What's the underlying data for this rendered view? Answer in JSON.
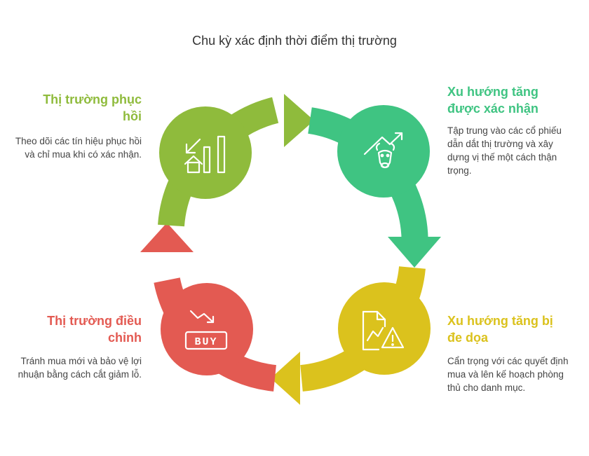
{
  "title": "Chu kỳ xác định thời điểm thị trường",
  "stages": {
    "recovery": {
      "heading": "Thị trường phục hồi",
      "description": "Theo dõi các tín hiệu phục hồi và chỉ mua khi có xác nhận.",
      "color": "#8fbb3c",
      "icon": "recovery-chart-house-icon"
    },
    "uptrend_confirmed": {
      "heading": "Xu hướng tăng được xác nhận",
      "description": "Tập trung vào các cổ phiếu dẫn dắt thị trường và xây dựng vị thế một cách thận trọng.",
      "color": "#3fc482",
      "icon": "bull-rising-icon"
    },
    "uptrend_threatened": {
      "heading": "Xu hướng tăng bị đe dọa",
      "description": "Cẩn trọng với các quyết định mua và lên kế hoạch phòng thủ cho danh mục.",
      "color": "#dbc21d",
      "icon": "chart-warning-icon"
    },
    "correction": {
      "heading": "Thị trường điều chỉnh",
      "description": "Tránh mua mới và bảo vệ lợi nhuận bằng cách cắt giảm lỗ.",
      "color": "#e35a52",
      "icon": "buy-down-icon",
      "icon_text": "BUY"
    }
  }
}
